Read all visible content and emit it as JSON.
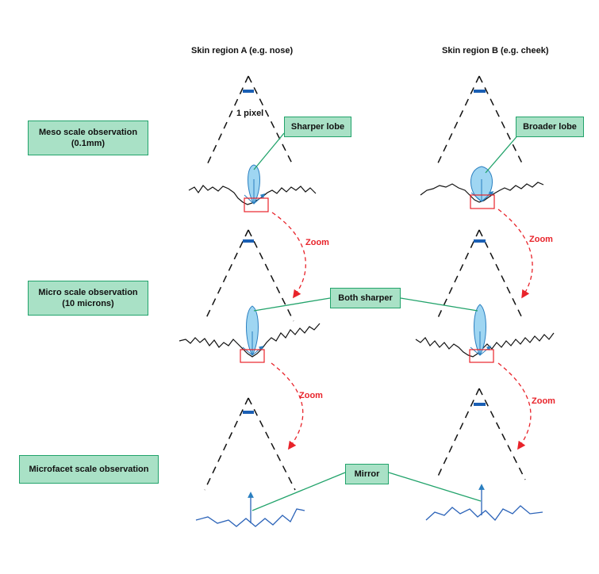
{
  "columns": {
    "left_title": "Skin region A (e.g. nose)",
    "right_title": "Skin region B (e.g. cheek)"
  },
  "rows": {
    "meso": {
      "line1": "Meso scale observation",
      "line2": "(0.1mm)"
    },
    "micro": {
      "line1": "Micro scale observation",
      "line2": "(10 microns)"
    },
    "microfacet": {
      "line1": "Microfacet scale observation"
    }
  },
  "callouts": {
    "sharper_lobe": "Sharper lobe",
    "broader_lobe": "Broader lobe",
    "both_sharper": "Both sharper",
    "mirror": "Mirror"
  },
  "labels": {
    "one_pixel": "1 pixel",
    "zoom": "Zoom"
  },
  "colors": {
    "box_fill": "#a9e1c6",
    "box_border": "#22a36b",
    "connector": "#22a36b",
    "lobe_fill": "#9fd6f2",
    "lobe_stroke": "#2a7fc0",
    "sensor": "#1a5fb4",
    "zoom_red": "#e8232a",
    "surface_microfacet": "#2b63b8"
  }
}
